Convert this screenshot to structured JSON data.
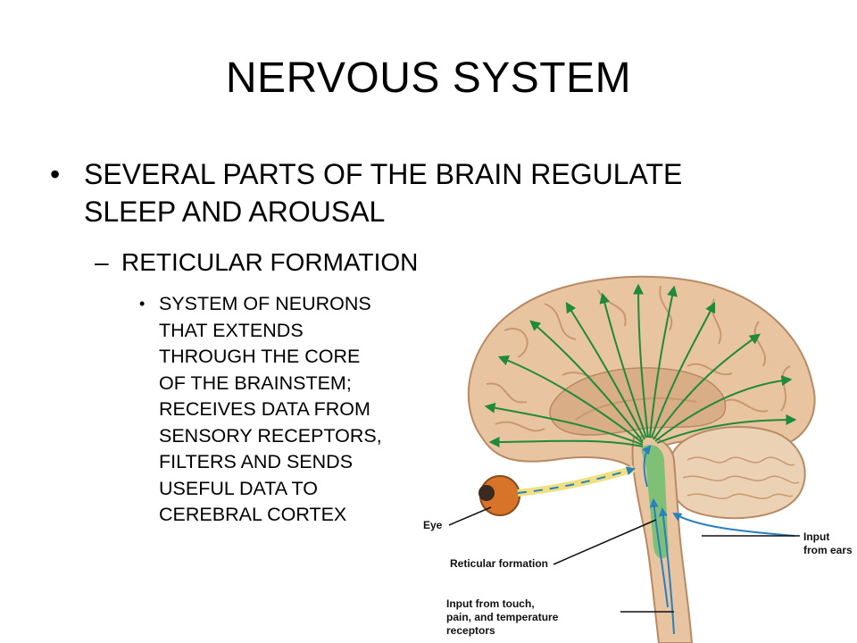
{
  "slide": {
    "title": "NERVOUS SYSTEM",
    "bullet1": {
      "lines": [
        "SEVERAL PARTS OF THE BRAIN REGULATE",
        "SLEEP AND AROUSAL"
      ]
    },
    "bullet2": {
      "text": "RETICULAR FORMATION"
    },
    "bullet3": {
      "lines": [
        "SYSTEM OF NEURONS",
        "THAT EXTENDS",
        "THROUGH THE CORE",
        "OF THE BRAINSTEM;",
        "RECEIVES DATA FROM",
        "SENSORY RECEPTORS,",
        "FILTERS AND SENDS",
        "USEFUL DATA TO",
        "CEREBRAL CORTEX"
      ]
    }
  },
  "diagram": {
    "labels": {
      "eye": "Eye",
      "reticular": "Reticular formation",
      "ears_1": "Input",
      "ears_2": "from ears",
      "touch_1": "Input from touch,",
      "touch_2": "pain, and temperature",
      "touch_3": "receptors"
    },
    "colors": {
      "brain": "#e8c4a0",
      "brain_shadow": "#cf9f78",
      "arrows": "#1f8a3a",
      "sensory": "#2a7fc0",
      "reticular": "#6cc070",
      "eye": "#d8742a"
    }
  }
}
